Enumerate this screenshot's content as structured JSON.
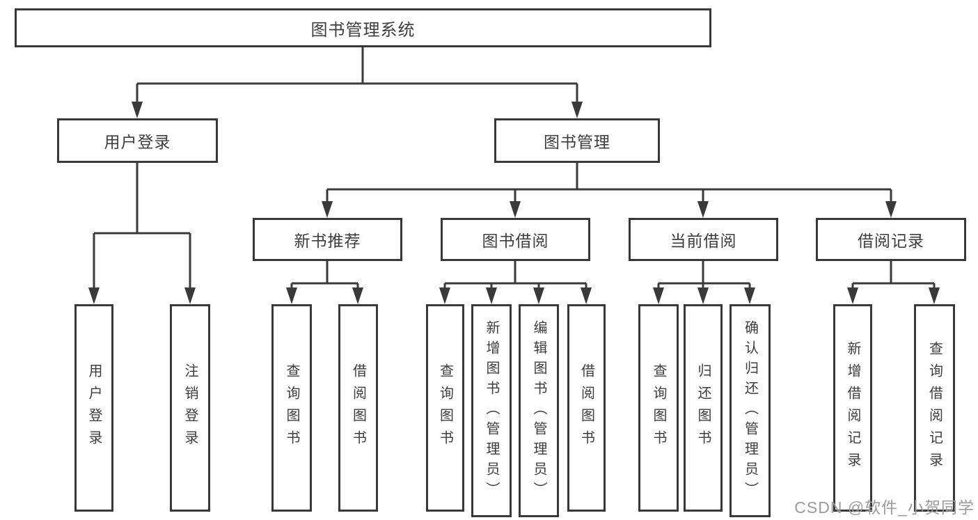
{
  "tree": {
    "root": {
      "label": "图书管理系统"
    },
    "level2": [
      {
        "label": "用户登录",
        "children": [
          {
            "label": "用户登录"
          },
          {
            "label": "注销登录"
          }
        ]
      },
      {
        "label": "图书管理",
        "children": [
          {
            "label": "新书推荐",
            "children": [
              {
                "label": "查询图书"
              },
              {
                "label": "借阅图书"
              }
            ]
          },
          {
            "label": "图书借阅",
            "children": [
              {
                "label": "查询图书"
              },
              {
                "label": "新增图书（管理员）"
              },
              {
                "label": "编辑图书（管理员）"
              },
              {
                "label": "借阅图书"
              }
            ]
          },
          {
            "label": "当前借阅",
            "children": [
              {
                "label": "查询图书"
              },
              {
                "label": "归还图书"
              },
              {
                "label": "确认归还（管理员）"
              }
            ]
          },
          {
            "label": "借阅记录",
            "children": [
              {
                "label": "新增借阅记录"
              },
              {
                "label": "查询借阅记录"
              }
            ]
          }
        ]
      }
    ]
  },
  "watermark": {
    "text": "CSDN @软件_小贺同学"
  },
  "colors": {
    "line": "#3a3a3a",
    "text": "#3d3d3d",
    "watermark": "#9b9b9b",
    "background": "#ffffff"
  }
}
